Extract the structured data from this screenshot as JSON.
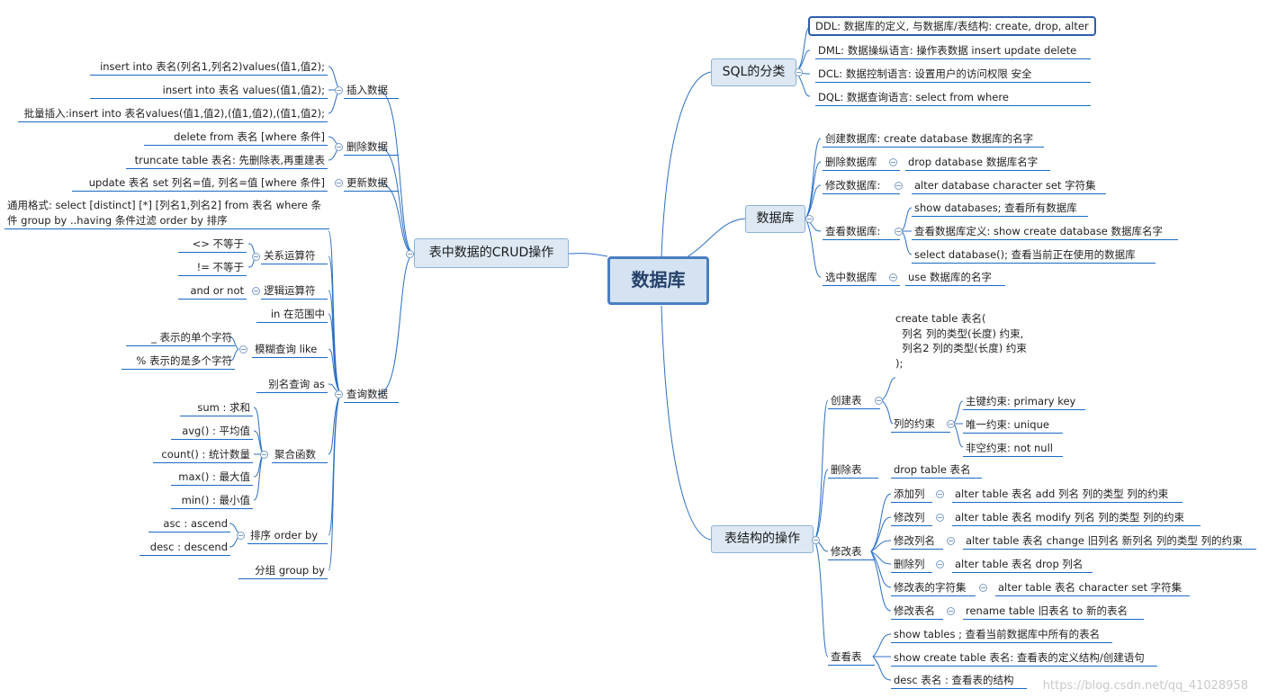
{
  "root": "数据库",
  "sql_category": {
    "title": "SQL的分类",
    "ddl": "DDL: 数据库的定义, 与数据库/表结构: create, drop, alter",
    "dml": "DML: 数据操纵语言: 操作表数据 insert update delete",
    "dcl": "DCL: 数据控制语言: 设置用户的访问权限  安全",
    "dql": "DQL: 数据查询语言: select  from where"
  },
  "database": {
    "title": "数据库",
    "create": "创建数据库: create database 数据库的名字",
    "delete_label": "删除数据库",
    "delete_cmd": "drop database 数据库名字",
    "modify_label": "修改数据库:",
    "modify_cmd": "alter database character set 字符集",
    "view_label": "查看数据库:",
    "view_1": "show databases; 查看所有数据库",
    "view_2": "查看数据库定义: show create database 数据库名字",
    "view_3": "select database();  查看当前正在使用的数据库",
    "use_label": "选中数据库",
    "use_cmd": "use 数据库的名字"
  },
  "table_ops": {
    "title": "表结构的操作",
    "create_label": "创建表",
    "create_syntax": [
      "create table 表名(",
      "  列名 列的类型(长度) 约束,",
      "  列名2 列的类型(长度) 约束",
      ");"
    ],
    "constraint_label": "列的约束",
    "pk": "主键约束: primary key",
    "unique": "唯一约束: unique",
    "notnull": "非空约束: not null",
    "delete_label": "删除表",
    "delete_cmd": "drop table 表名",
    "modify_label": "修改表",
    "add_col": "添加列",
    "add_col_cmd": "alter table 表名 add 列名 列的类型 列的约束",
    "mod_col": "修改列",
    "mod_col_cmd": "alter table 表名 modify 列名 列的类型 列的约束",
    "rename_col": "修改列名",
    "rename_col_cmd": "alter table 表名 change 旧列名 新列名 列的类型 列的约束",
    "drop_col": "删除列",
    "drop_col_cmd": "alter table 表名 drop 列名",
    "charset": "修改表的字符集",
    "charset_cmd": "alter table 表名 character set 字符集",
    "rename_tbl": "修改表名",
    "rename_tbl_cmd": "rename table  旧表名 to 新的表名",
    "view_label": "查看表",
    "view_1": "show tables ; 查看当前数据库中所有的表名",
    "view_2": "show create table 表名: 查看表的定义结构/创建语句",
    "view_3": "desc 表名 : 查看表的结构"
  },
  "crud": {
    "title": "表中数据的CRUD操作",
    "insert_label": "插入数据",
    "insert_1": "insert into 表名(列名1,列名2)values(值1,值2);",
    "insert_2": "insert into 表名 values(值1,值2);",
    "insert_3": "批量插入:insert into 表名values(值1,值2),(值1,值2),(值1,值2);",
    "delete_label": "删除数据",
    "delete_1": "delete from 表名 [where 条件]",
    "delete_2": "truncate table 表名: 先删除表,再重建表",
    "update_label": "更新数据",
    "update_1": "update 表名 set 列名=值, 列名=值 [where 条件]",
    "query_label": "查询数据",
    "general_1": "通用格式: select [distinct] [*] [列名1,列名2] from 表名 where 条",
    "general_2": "件 group by ..having 条件过滤 order by 排序",
    "rel_label": "关系运算符",
    "rel_1": "<>  不等于",
    "rel_2": "!=  不等于",
    "logic_label": "逻辑运算符",
    "logic_1": "and or not",
    "in_label": "in 在范围中",
    "like_label": "模糊查询 like",
    "like_1": "_  表示的单个字符",
    "like_2": "% 表示的是多个字符",
    "alias_label": "别名查询 as",
    "agg_label": "聚合函数",
    "agg_1": "sum : 求和",
    "agg_2": "avg()  : 平均值",
    "agg_3": "count() : 统计数量",
    "agg_4": "max() : 最大值",
    "agg_5": "min() : 最小值",
    "order_label": "排序 order by",
    "order_1": "asc  : ascend",
    "order_2": "desc : descend",
    "group_label": "分组 group by"
  },
  "watermark": "https://blog.csdn.net/qq_41028958"
}
